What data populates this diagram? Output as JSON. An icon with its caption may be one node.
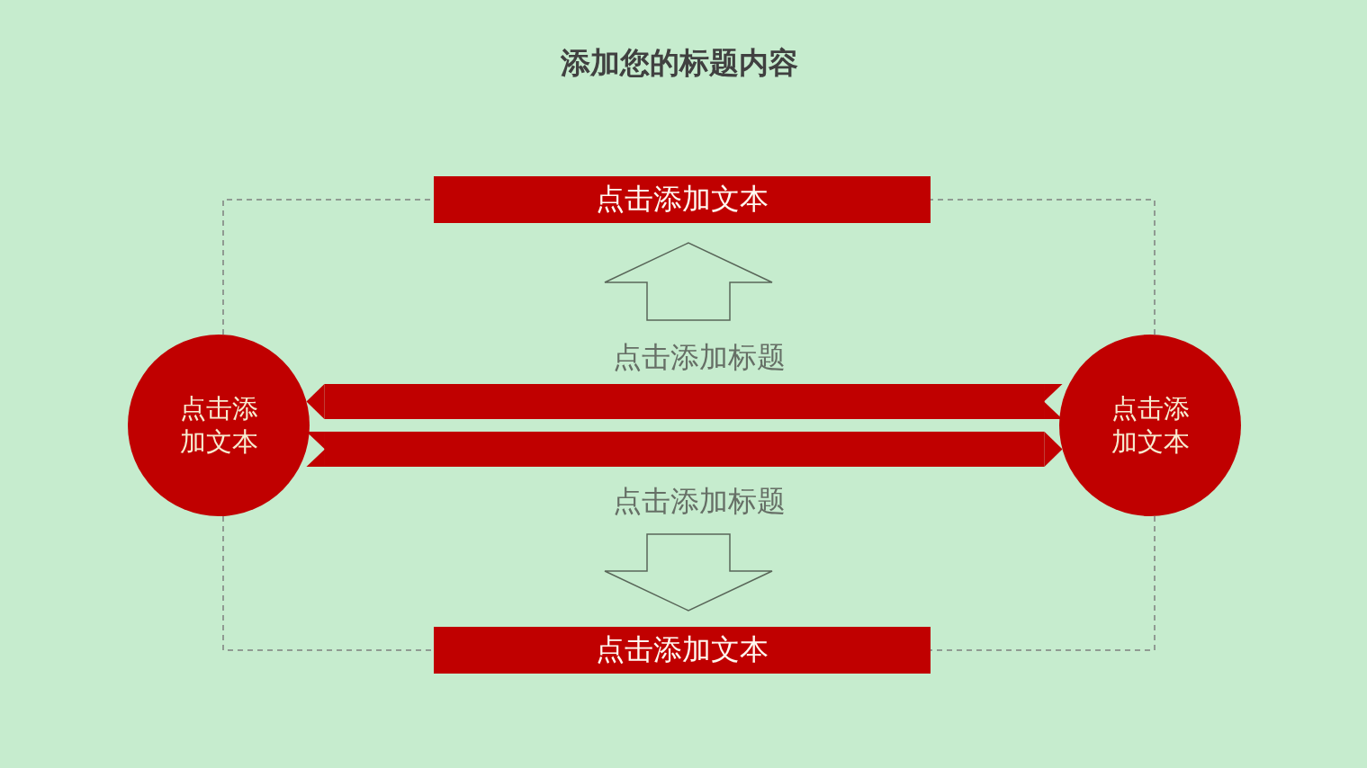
{
  "diagram": {
    "title": "添加您的标题内容",
    "nodes": [
      {
        "text": [
          "点击添加文本"
        ]
      },
      {
        "text": [
          "点击添加文本"
        ]
      },
      {
        "text": [
          "点击添加文本"
        ]
      },
      {
        "text": [
          "点击添加文本"
        ]
      },
      {
        "text": [
          "点击添加标题"
        ]
      },
      {
        "text": [
          "点击添加标题"
        ]
      }
    ],
    "edges": [
      {
        "from": 1,
        "to": 0,
        "arrow": "none",
        "style": "dashed"
      },
      {
        "from": 2,
        "to": 0,
        "arrow": "none",
        "style": "dashed"
      },
      {
        "from": 1,
        "to": 3,
        "arrow": "none",
        "style": "dashed"
      },
      {
        "from": 2,
        "to": 3,
        "arrow": "none",
        "style": "dashed"
      },
      {
        "from": 4,
        "to": 0,
        "arrow": "to",
        "style": "thick"
      },
      {
        "from": 5,
        "to": 3,
        "arrow": "to",
        "style": "thick"
      },
      {
        "from": 2,
        "to": 1,
        "arrow": "to",
        "style": "thick",
        "color": "#c00000"
      },
      {
        "from": 1,
        "to": 2,
        "arrow": "to",
        "style": "thick",
        "color": "#c00000"
      }
    ]
  }
}
